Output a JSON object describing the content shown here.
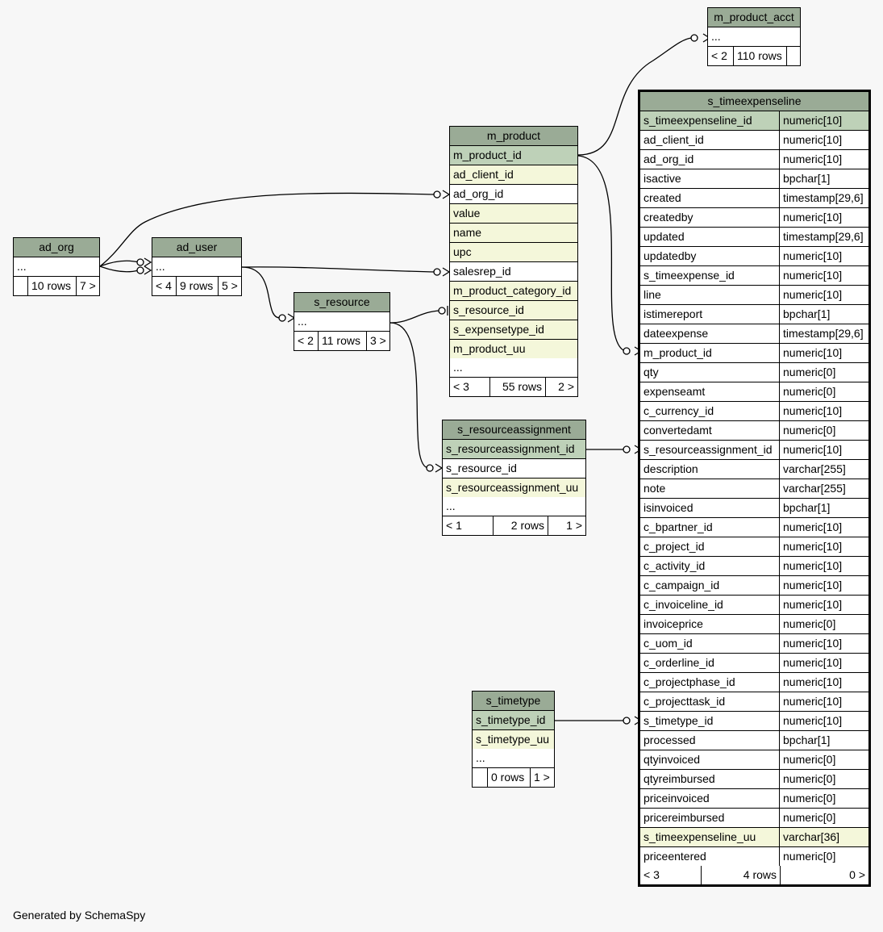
{
  "footer_text": "Generated by SchemaSpy",
  "colors": {
    "header": "#9aab96",
    "primary_key": "#bed1b8",
    "indexed": "#f4f7da",
    "background": "#f7f7f7"
  },
  "tables": {
    "m_product_acct": {
      "name": "m_product_acct",
      "ellipsis": "...",
      "footer": {
        "left": "< 2",
        "middle": "110 rows",
        "right": ""
      }
    },
    "ad_org": {
      "name": "ad_org",
      "ellipsis": "...",
      "footer": {
        "left": "",
        "middle": "10 rows",
        "right": "7 >"
      }
    },
    "ad_user": {
      "name": "ad_user",
      "ellipsis": "...",
      "footer": {
        "left": "< 4",
        "middle": "9 rows",
        "right": "5 >"
      }
    },
    "s_resource": {
      "name": "s_resource",
      "ellipsis": "...",
      "footer": {
        "left": "< 2",
        "middle": "11 rows",
        "right": "3 >"
      }
    },
    "m_product": {
      "name": "m_product",
      "columns": [
        {
          "name": "m_product_id",
          "kind": "pk"
        },
        {
          "name": "ad_client_id",
          "kind": "fk"
        },
        {
          "name": "ad_org_id",
          "kind": "plain"
        },
        {
          "name": "value",
          "kind": "fk"
        },
        {
          "name": "name",
          "kind": "fk"
        },
        {
          "name": "upc",
          "kind": "fk"
        },
        {
          "name": "salesrep_id",
          "kind": "plain"
        },
        {
          "name": "m_product_category_id",
          "kind": "fk"
        },
        {
          "name": "s_resource_id",
          "kind": "fk"
        },
        {
          "name": "s_expensetype_id",
          "kind": "fk"
        },
        {
          "name": "m_product_uu",
          "kind": "fk"
        }
      ],
      "ellipsis": "...",
      "footer": {
        "left": "< 3",
        "middle": "55 rows",
        "right": "2 >"
      }
    },
    "s_resourceassignment": {
      "name": "s_resourceassignment",
      "columns": [
        {
          "name": "s_resourceassignment_id",
          "kind": "pk"
        },
        {
          "name": "s_resource_id",
          "kind": "plain"
        },
        {
          "name": "s_resourceassignment_uu",
          "kind": "fk"
        }
      ],
      "ellipsis": "...",
      "footer": {
        "left": "< 1",
        "middle": "2 rows",
        "right": "1 >"
      }
    },
    "s_timetype": {
      "name": "s_timetype",
      "columns": [
        {
          "name": "s_timetype_id",
          "kind": "pk"
        },
        {
          "name": "s_timetype_uu",
          "kind": "fk"
        }
      ],
      "ellipsis": "...",
      "footer": {
        "left": "",
        "middle": "0 rows",
        "right": "1 >"
      }
    },
    "s_timeexpenseline": {
      "name": "s_timeexpenseline",
      "columns": [
        {
          "name": "s_timeexpenseline_id",
          "type": "numeric[10]",
          "kind": "pk"
        },
        {
          "name": "ad_client_id",
          "type": "numeric[10]",
          "kind": "plain"
        },
        {
          "name": "ad_org_id",
          "type": "numeric[10]",
          "kind": "plain"
        },
        {
          "name": "isactive",
          "type": "bpchar[1]",
          "kind": "plain"
        },
        {
          "name": "created",
          "type": "timestamp[29,6]",
          "kind": "plain"
        },
        {
          "name": "createdby",
          "type": "numeric[10]",
          "kind": "plain"
        },
        {
          "name": "updated",
          "type": "timestamp[29,6]",
          "kind": "plain"
        },
        {
          "name": "updatedby",
          "type": "numeric[10]",
          "kind": "plain"
        },
        {
          "name": "s_timeexpense_id",
          "type": "numeric[10]",
          "kind": "plain"
        },
        {
          "name": "line",
          "type": "numeric[10]",
          "kind": "plain"
        },
        {
          "name": "istimereport",
          "type": "bpchar[1]",
          "kind": "plain"
        },
        {
          "name": "dateexpense",
          "type": "timestamp[29,6]",
          "kind": "plain"
        },
        {
          "name": "m_product_id",
          "type": "numeric[10]",
          "kind": "plain"
        },
        {
          "name": "qty",
          "type": "numeric[0]",
          "kind": "plain"
        },
        {
          "name": "expenseamt",
          "type": "numeric[0]",
          "kind": "plain"
        },
        {
          "name": "c_currency_id",
          "type": "numeric[10]",
          "kind": "plain"
        },
        {
          "name": "convertedamt",
          "type": "numeric[0]",
          "kind": "plain"
        },
        {
          "name": "s_resourceassignment_id",
          "type": "numeric[10]",
          "kind": "plain"
        },
        {
          "name": "description",
          "type": "varchar[255]",
          "kind": "plain"
        },
        {
          "name": "note",
          "type": "varchar[255]",
          "kind": "plain"
        },
        {
          "name": "isinvoiced",
          "type": "bpchar[1]",
          "kind": "plain"
        },
        {
          "name": "c_bpartner_id",
          "type": "numeric[10]",
          "kind": "plain"
        },
        {
          "name": "c_project_id",
          "type": "numeric[10]",
          "kind": "plain"
        },
        {
          "name": "c_activity_id",
          "type": "numeric[10]",
          "kind": "plain"
        },
        {
          "name": "c_campaign_id",
          "type": "numeric[10]",
          "kind": "plain"
        },
        {
          "name": "c_invoiceline_id",
          "type": "numeric[10]",
          "kind": "plain"
        },
        {
          "name": "invoiceprice",
          "type": "numeric[0]",
          "kind": "plain"
        },
        {
          "name": "c_uom_id",
          "type": "numeric[10]",
          "kind": "plain"
        },
        {
          "name": "c_orderline_id",
          "type": "numeric[10]",
          "kind": "plain"
        },
        {
          "name": "c_projectphase_id",
          "type": "numeric[10]",
          "kind": "plain"
        },
        {
          "name": "c_projecttask_id",
          "type": "numeric[10]",
          "kind": "plain"
        },
        {
          "name": "s_timetype_id",
          "type": "numeric[10]",
          "kind": "plain"
        },
        {
          "name": "processed",
          "type": "bpchar[1]",
          "kind": "plain"
        },
        {
          "name": "qtyinvoiced",
          "type": "numeric[0]",
          "kind": "plain"
        },
        {
          "name": "qtyreimbursed",
          "type": "numeric[0]",
          "kind": "plain"
        },
        {
          "name": "priceinvoiced",
          "type": "numeric[0]",
          "kind": "plain"
        },
        {
          "name": "pricereimbursed",
          "type": "numeric[0]",
          "kind": "plain"
        },
        {
          "name": "s_timeexpenseline_uu",
          "type": "varchar[36]",
          "kind": "fk"
        },
        {
          "name": "priceentered",
          "type": "numeric[0]",
          "kind": "plain"
        }
      ],
      "footer": {
        "left": "< 3",
        "middle": "4 rows",
        "right": "0 >"
      }
    }
  }
}
